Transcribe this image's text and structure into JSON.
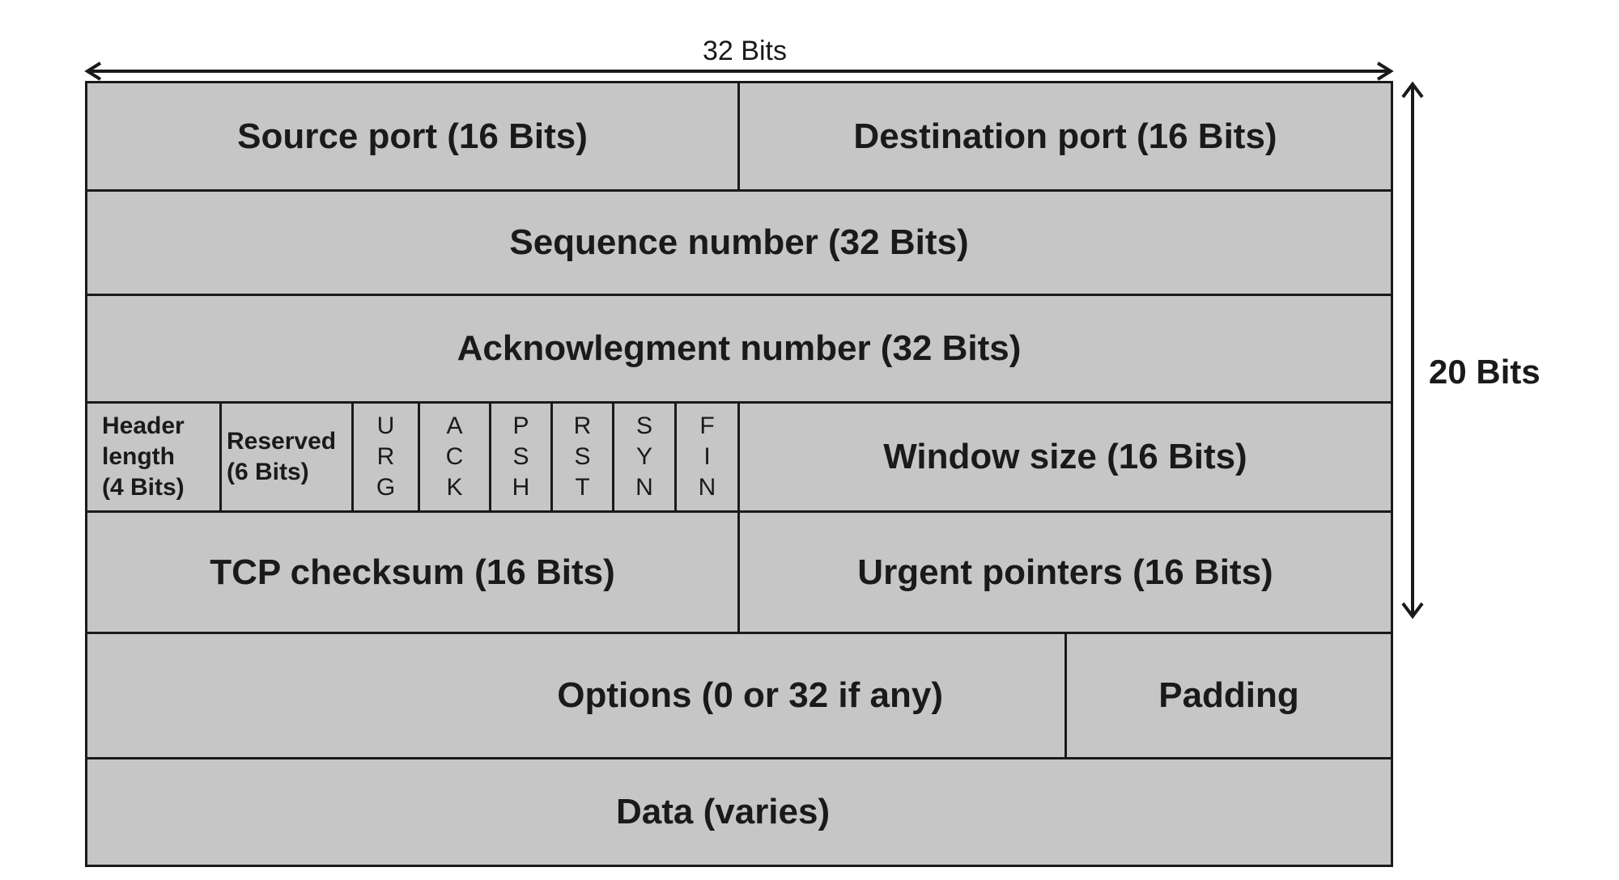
{
  "top_width_label": "32 Bits",
  "side_height_label": "20 Bits",
  "rows": {
    "r1": {
      "source_port": "Source port (16 Bits)",
      "destination_port": "Destination port (16 Bits)"
    },
    "r2": {
      "sequence_number": "Sequence number (32 Bits)"
    },
    "r3": {
      "ack_number": "Acknowlegment number (32 Bits)"
    },
    "r4": {
      "header_length": [
        "Header",
        "length",
        "(4 Bits)"
      ],
      "reserved": [
        "Reserved",
        "(6 Bits)"
      ],
      "flags": {
        "urg": [
          "U",
          "R",
          "G"
        ],
        "ack": [
          "A",
          "C",
          "K"
        ],
        "psh": [
          "P",
          "S",
          "H"
        ],
        "rst": [
          "R",
          "S",
          "T"
        ],
        "syn": [
          "S",
          "Y",
          "N"
        ],
        "fin": [
          "F",
          "I",
          "N"
        ]
      },
      "window_size": "Window size (16 Bits)"
    },
    "r5": {
      "checksum": "TCP checksum (16 Bits)",
      "urgent_pointers": "Urgent pointers (16 Bits)"
    },
    "r6": {
      "options": "Options (0 or 32 if any)",
      "padding": "Padding"
    },
    "r7": {
      "data": "Data (varies)"
    }
  },
  "colors": {
    "cell_fill": "#c6c6c6",
    "border": "#1a1a1a",
    "background": "#ffffff"
  }
}
